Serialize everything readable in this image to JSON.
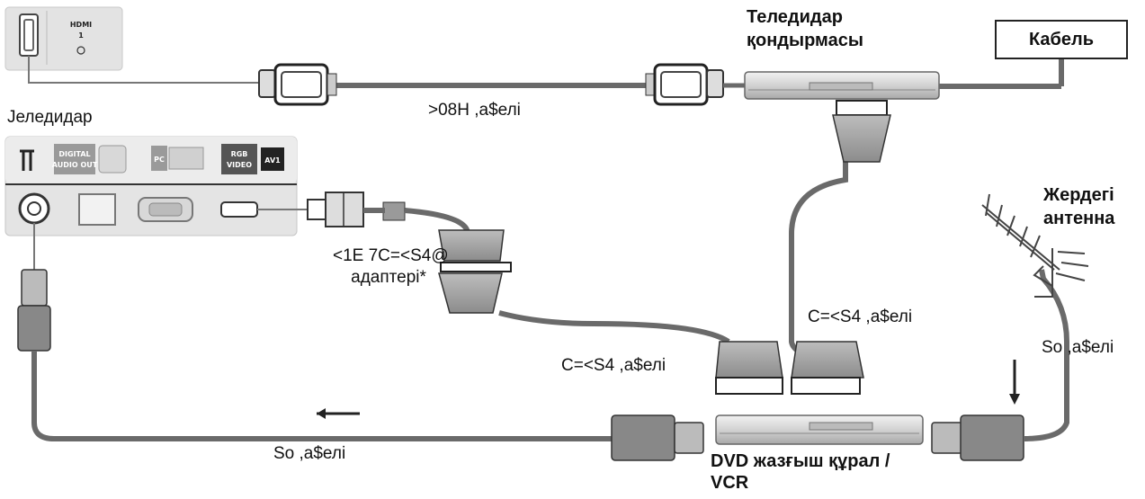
{
  "labels": {
    "tv": "Јеледидар",
    "set_top_box": [
      "Теледидар",
      "қондырмасы"
    ],
    "cable": "Кабель",
    "hdmi_cable": ">08H ,а$елі",
    "adapter": [
      "<1E 7C=<S4@",
      "адаптері*"
    ],
    "scart_cable_left": "C=<S4 ,а$елі",
    "scart_cable_right": "C=<S4 ,а$елі",
    "terrestrial_antenna": [
      "Жердегі",
      "антенна"
    ],
    "rf_cable_right": "So ,а$елі",
    "rf_cable_bottom": "So ,а$елі",
    "dvd_recorder": [
      "DVD жазғыш құрал /",
      "VCR"
    ]
  },
  "panel": {
    "hdmi": [
      "HDMI",
      "1"
    ],
    "digital_audio": [
      "DIGITAL",
      "AUDIO OUT"
    ],
    "pc": "PC",
    "rgb": [
      "RGB",
      "VIDEO"
    ],
    "av1": "AV1"
  },
  "colors": {
    "cable": "#6a6a6a",
    "panel": "#e4e4e4",
    "panel_dark": "#8a8a8a",
    "device": "#d8d8d8"
  }
}
